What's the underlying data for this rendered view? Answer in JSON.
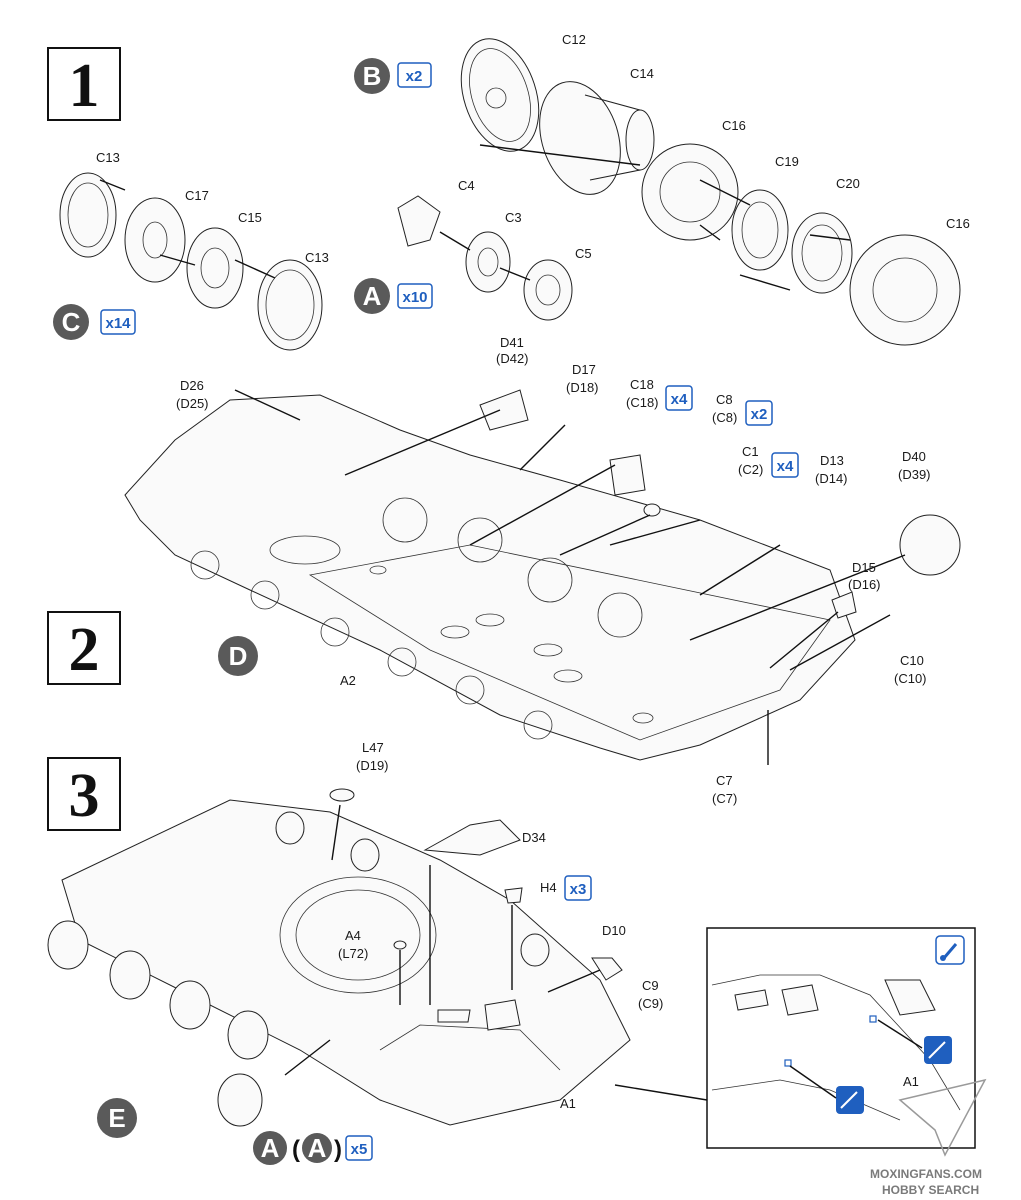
{
  "steps": {
    "step1": {
      "number": "1",
      "letter_b": "B",
      "mult_b": "x2",
      "letter_a": "A",
      "mult_a": "x10",
      "letter_c": "C",
      "mult_c": "x14"
    },
    "step2": {
      "number": "2",
      "letter_d": "D"
    },
    "step3": {
      "number": "3",
      "letter_e": "E",
      "letter_a": "A",
      "letter_a_paren": "(A)",
      "mult_a": "x5",
      "mult_h4": "x3"
    }
  },
  "labels": {
    "c12": "C12",
    "c14": "C14",
    "c16a": "C16",
    "c19": "C19",
    "c20": "C20",
    "c16b": "C16",
    "c13a": "C13",
    "c17": "C17",
    "c15": "C15",
    "c13b": "C13",
    "c4": "C4",
    "c3": "C3",
    "c5": "C5",
    "d41": "D41",
    "d42": "(D42)",
    "d17": "D17",
    "d18": "(D18)",
    "c18": "C18",
    "c18p": "(C18)",
    "c18_mult": "x4",
    "c8": "C8",
    "c8p": "(C8)",
    "c8_mult": "x2",
    "c1": "C1",
    "c2p": "(C2)",
    "c1_mult": "x4",
    "d13": "D13",
    "d14": "(D14)",
    "d40": "D40",
    "d39": "(D39)",
    "d26": "D26",
    "d25": "(D25)",
    "d15": "D15",
    "d16": "(D16)",
    "c10": "C10",
    "c10p": "(C10)",
    "a2": "A2",
    "c7": "C7",
    "c7p": "(C7)",
    "l47": "L47",
    "d19": "(D19)",
    "d34": "D34",
    "h4": "H4",
    "a4": "A4",
    "l72": "(L72)",
    "d10": "D10",
    "c9": "C9",
    "c9p": "(C9)",
    "a1": "A1",
    "a1_detail": "A1"
  },
  "watermark": {
    "line1": "MOXINGFANS.COM",
    "line2": "HOBBY SEARCH"
  },
  "colors": {
    "circle_fill": "#5a5a5a",
    "accent_blue": "#1f5fbf",
    "line": "#222222"
  }
}
